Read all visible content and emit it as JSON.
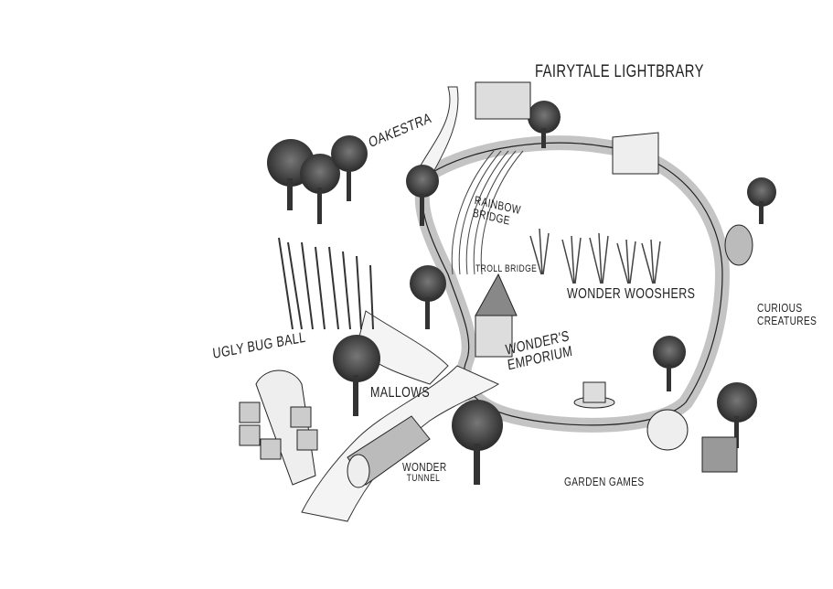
{
  "map": {
    "areas": [
      {
        "id": "fairytale-lightbrary",
        "label": "Fairytale Lightbrary"
      },
      {
        "id": "oakestra",
        "label": "Oakestra"
      },
      {
        "id": "rainbow-bridge",
        "label": "Rainbow",
        "label2": "Bridge"
      },
      {
        "id": "troll-bridge",
        "label": "Troll Bridge"
      },
      {
        "id": "wonder-wooshers",
        "label": "Wonder Wooshers"
      },
      {
        "id": "curious-creatures",
        "label": "Curious",
        "label2": "Creatures"
      },
      {
        "id": "ugly-bug-ball",
        "label": "Ugly Bug Ball"
      },
      {
        "id": "wonders-emporium",
        "label": "Wonder's",
        "label2": "Emporium"
      },
      {
        "id": "mallows",
        "label": "Mallows"
      },
      {
        "id": "wonder-tunnel",
        "label": "Wonder",
        "label2": "Tunnel"
      },
      {
        "id": "garden-games",
        "label": "Garden Games"
      }
    ],
    "colors": {
      "ink": "#222222",
      "path_fill": "#f4f4f4",
      "tree": "#4a4a4a",
      "background": "#ffffff"
    }
  }
}
